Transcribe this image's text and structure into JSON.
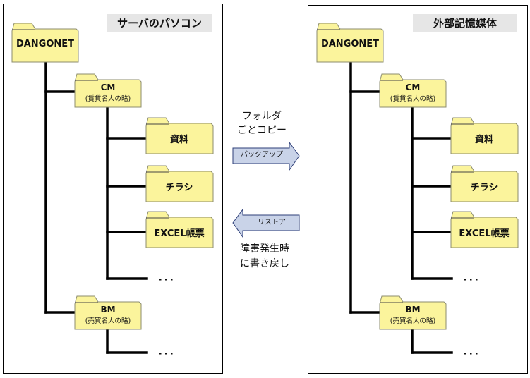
{
  "diagram": {
    "left_panel": {
      "title": "サーバのパソコン",
      "tree": {
        "root": "DANGONET",
        "children": [
          {
            "label": "CM",
            "sublabel": "(賃貸名人の略)",
            "children": [
              "資料",
              "チラシ",
              "EXCEL帳票",
              "…"
            ]
          },
          {
            "label": "BM",
            "sublabel": "(売買名人の略)",
            "children": [
              "…"
            ]
          }
        ]
      }
    },
    "right_panel": {
      "title": "外部記憶媒体",
      "tree": {
        "root": "DANGONET",
        "children": [
          {
            "label": "CM",
            "sublabel": "(賃貸名人の略)",
            "children": [
              "資料",
              "チラシ",
              "EXCEL帳票",
              "…"
            ]
          },
          {
            "label": "BM",
            "sublabel": "(売買名人の略)",
            "children": [
              "…"
            ]
          }
        ]
      }
    },
    "backup": {
      "caption_line1": "フォルダ",
      "caption_line2": "ごとコピー",
      "arrow_label": "バックアップ",
      "direction": "right"
    },
    "restore": {
      "arrow_label": "リストア",
      "caption_line1": "障害発生時",
      "caption_line2": "に書き戻し",
      "direction": "left"
    },
    "colors": {
      "folder_fill": "#fbf49c",
      "folder_stroke": "#8c8c6e",
      "arrow_fill": "#c9d3e8",
      "arrow_stroke": "#2e3f78",
      "title_bg": "#e6e6e6",
      "line": "#000000"
    }
  }
}
